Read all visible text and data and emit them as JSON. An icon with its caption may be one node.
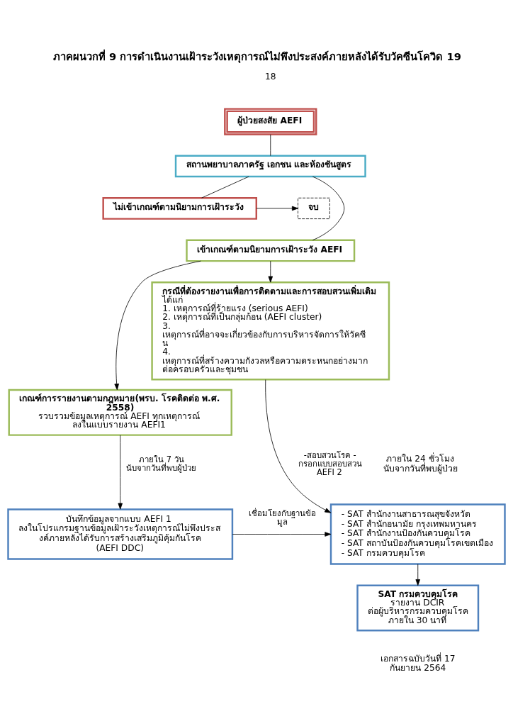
{
  "diagram": {
    "title": "ภาคผนวกที่ 9 การดำเนินงานเฝ้าระวังเหตุการณ์ไม่พึงประสงค์ภายหลังได้รับวัคซีนโควิด 19",
    "nodes": [
      {
        "text": [
          "ผู้ป่วยสงสัย AEFI"
        ]
      },
      {
        "text": [
          "สถานพยาบาลภาครัฐ เอกชน และห้องชันสูตร"
        ]
      },
      {
        "text": [
          "ไม่เข้าเกณฑ์ตามนิยามการเฝ้าระวัง"
        ]
      },
      {
        "text": [
          "จบ"
        ]
      },
      {
        "text": [
          "เข้าเกณฑ์ตามนิยามการเฝ้าระวัง AEFI"
        ]
      },
      {
        "text": [
          "เกณฑ์การรายงานตามกฎหมาย(พรบ. โรคติดต่อ พ.ศ. 2558)",
          "รวบรวมข้อมูลเหตุการณ์ AEFI ทุกเหตุการณ์ ลงในแบบรายงาน AEFI1"
        ]
      },
      {
        "text": [
          "กรณีที่ต้องรายงานเพื่อการติดตามและการสอบสวนเพิ่มเติม",
          "ได้แก่",
          "1. เหตุการณ์ที่ร้ายแรง (serious AEFI)",
          "2. เหตุการณ์ที่เป็นกลุ่มก้อน (AEFI cluster)",
          "3. เหตุการณ์ที่อาจจะเกี่ยวข้องกับการบริหารจัดการให้วัคซีน",
          "4. เหตุการณ์ที่สร้างความกังวลหรือความตระหนกอย่างมากต่อครอบครัวและชุมชน"
        ]
      },
      {
        "text": [
          "บันทึกข้อมูลจากแบบ AEFI 1",
          "ลงในโปรแกรมฐานข้อมูลเฝ้าระวังเหตุการณ์ไม่พึงประสงค์ภายหลังได้รับการสร้างเสริมภูมิคุ้มกันโรค",
          "(AEFI DDC)"
        ]
      },
      {
        "text": [
          "- SAT สำนักงานสาธารณสุขจังหวัด",
          "- SAT สำนักอนามัย กรุงเทพมหานคร",
          "- SAT สำนักงานป้องกันควบคุมโรค",
          "- SAT สถาบันป้องกันควบคุมโรคเขตเมือง",
          "- SAT กรมควบคุมโรค"
        ]
      },
      {
        "text": [
          "SAT กรมควบคุมโรค",
          "รายงาน DCIR",
          "ต่อผู้บริหารกรมควบคุมโรค",
          "ภายใน 30 นาที"
        ]
      }
    ],
    "edges": [
      {
        "from": 0,
        "to": 1,
        "arrow": "none"
      },
      {
        "from": 1,
        "to": 2,
        "arrow": "none"
      },
      {
        "from": 1,
        "to": 4,
        "arrow": "none"
      },
      {
        "from": 2,
        "to": 3,
        "arrow": "to"
      },
      {
        "from": 4,
        "to": 5,
        "arrow": "to"
      },
      {
        "from": 4,
        "to": 6,
        "arrow": "to"
      },
      {
        "from": 5,
        "to": 7,
        "arrow": "to",
        "label": "ภายใน 7 วัน นับจากวันที่พบผู้ป่วย"
      },
      {
        "from": 6,
        "to": 8,
        "arrow": "to",
        "label": "-สอบสวนโรค - กรอกแบบสอบสวน AEFI 2"
      },
      {
        "from": 7,
        "to": 8,
        "arrow": "to",
        "label": "เชื่อมโยงกับฐานข้อมูล"
      },
      {
        "from": 8,
        "to": 9,
        "arrow": "to"
      }
    ],
    "labels": [
      "18",
      "ภายใน 24 ชั่วโมง นับจากวันที่พบผู้ป่วย",
      "เอกสารฉบับวันที่ 17 กันยายน 2564"
    ]
  }
}
